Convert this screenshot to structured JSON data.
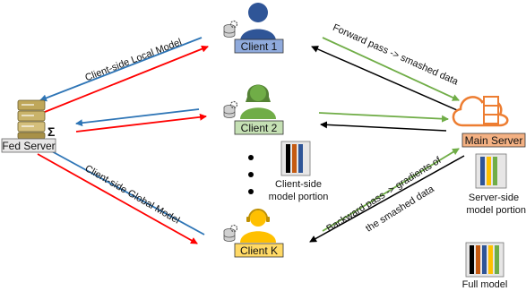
{
  "nodes": {
    "fed_server": "Fed Server",
    "client_1": "Client 1",
    "client_2": "Client 2",
    "client_k": "Client K",
    "main_server": "Main Server"
  },
  "edges": {
    "local_model": "Client-side Local Model",
    "global_model": "Client-side Global Model",
    "forward_pass": "Forward pass -> smashed data",
    "backward_pass_1": "Backward pass -> gradients of",
    "backward_pass_2": "the smashed data"
  },
  "captions": {
    "client_portion_1": "Client-side",
    "client_portion_2": "model portion",
    "server_portion_1": "Server-side",
    "server_portion_2": "model portion",
    "full_model": "Full model"
  },
  "sigma_symbol": "Σ",
  "colors": {
    "blue_arrow": "#2e75b6",
    "red_arrow": "#ff0000",
    "green_arrow": "#70ad47",
    "black_arrow": "#000000",
    "client1_fill": "#8faadc",
    "client2_fill": "#c5e0b4",
    "clientk_fill": "#ffd966",
    "main_server_fill": "#f4b183",
    "orange_icon": "#ed7d31"
  }
}
